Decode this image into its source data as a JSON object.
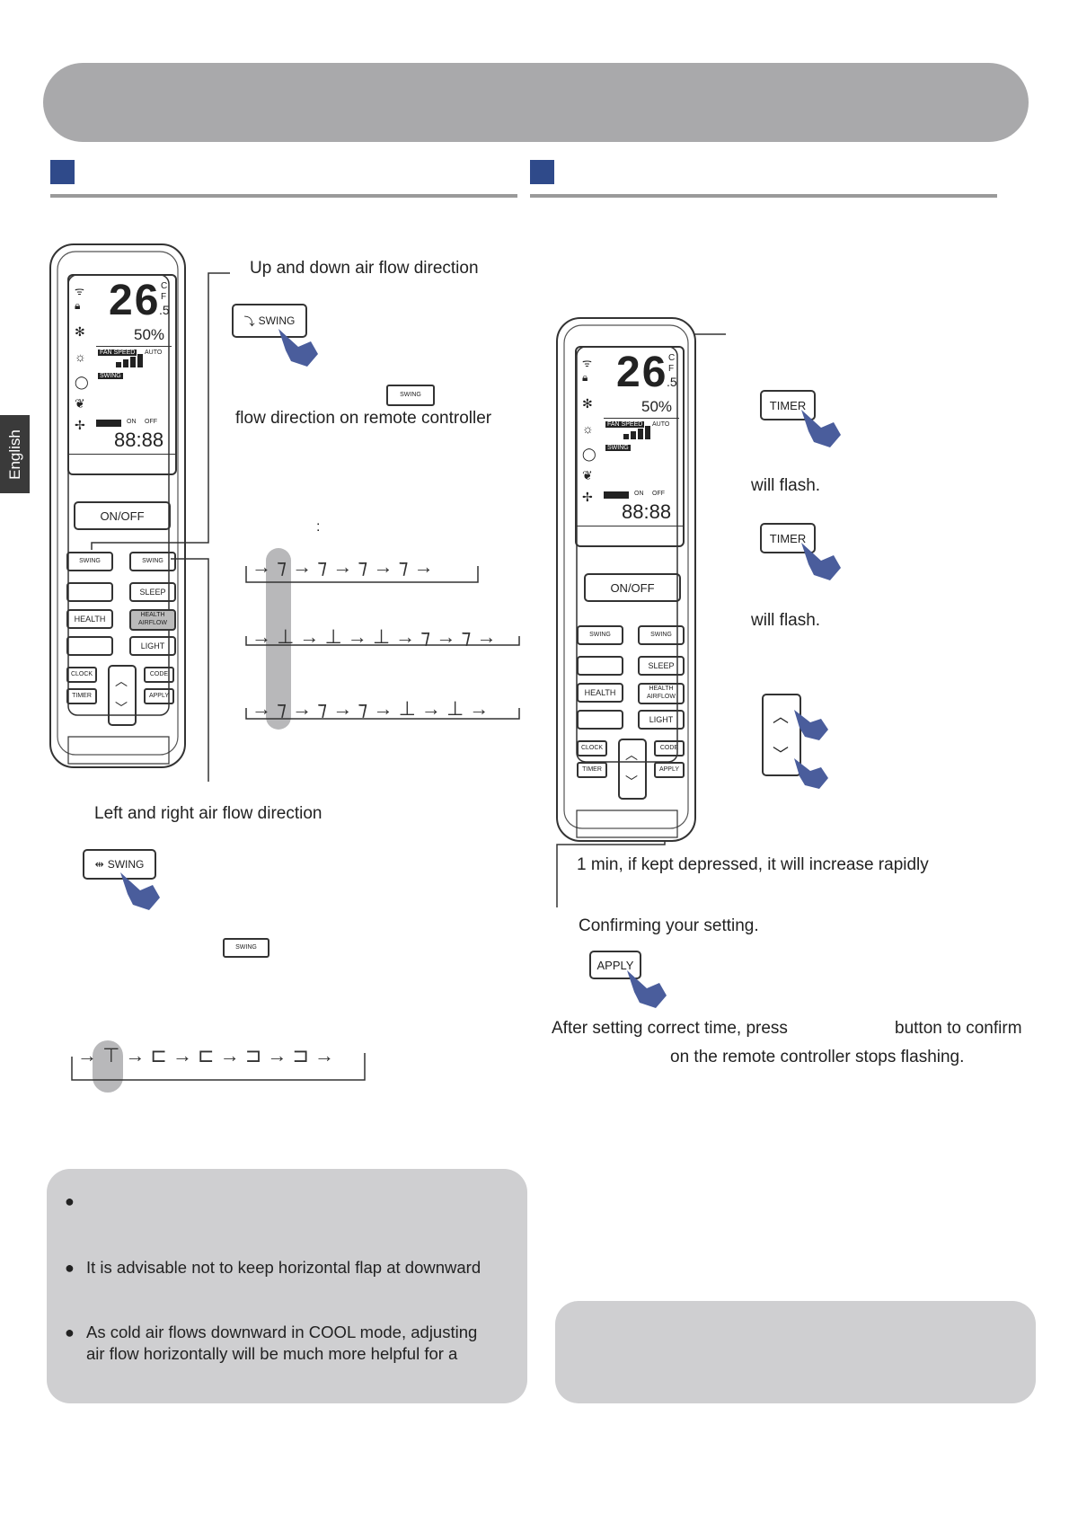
{
  "sidebar": {
    "language": "English"
  },
  "left": {
    "updown_label": "Up and down air flow direction",
    "flow_dir_text": "flow direction on remote controller",
    "leftright_label": "Left and right air flow direction"
  },
  "right": {
    "will_flash_1": "will flash.",
    "will_flash_2": "will flash.",
    "depress_text": "1 min, if kept depressed, it will increase rapidly",
    "confirm_text": "Confirming your setting.",
    "after_text_a": "After setting correct time, press",
    "after_text_b": "button to confirm",
    "stops_text": "on the remote controller stops flashing."
  },
  "notes": {
    "n1": "It is advisable not to keep horizontal flap at downward",
    "n2": "As cold air flows downward in COOL mode, adjusting",
    "n3": "air flow horizontally will be much more helpful for a"
  },
  "buttons": {
    "swing": "SWING",
    "timer": "TIMER",
    "apply": "APPLY",
    "onoff": "ON/OFF",
    "sleep": "SLEEP",
    "health": "HEALTH",
    "health_airflow_1": "HEALTH",
    "health_airflow_2": "AIRFLOW",
    "light": "LIGHT",
    "clock": "CLOCK",
    "code": "CODE"
  },
  "display": {
    "temp": "26",
    "temp_decimal": ".5",
    "unit_c": "C",
    "unit_f": "F",
    "humidity": "50%",
    "fan_speed": "FAN SPEED",
    "auto": "AUTO",
    "swing": "SWING",
    "timer_on": "ON",
    "timer_off": "OFF",
    "clock": "88:88"
  },
  "colors": {
    "accent": "#2f4a8a",
    "hand": "#4a5d9c",
    "panel": "#cfcfd1",
    "banner": "#a9a9ab"
  }
}
